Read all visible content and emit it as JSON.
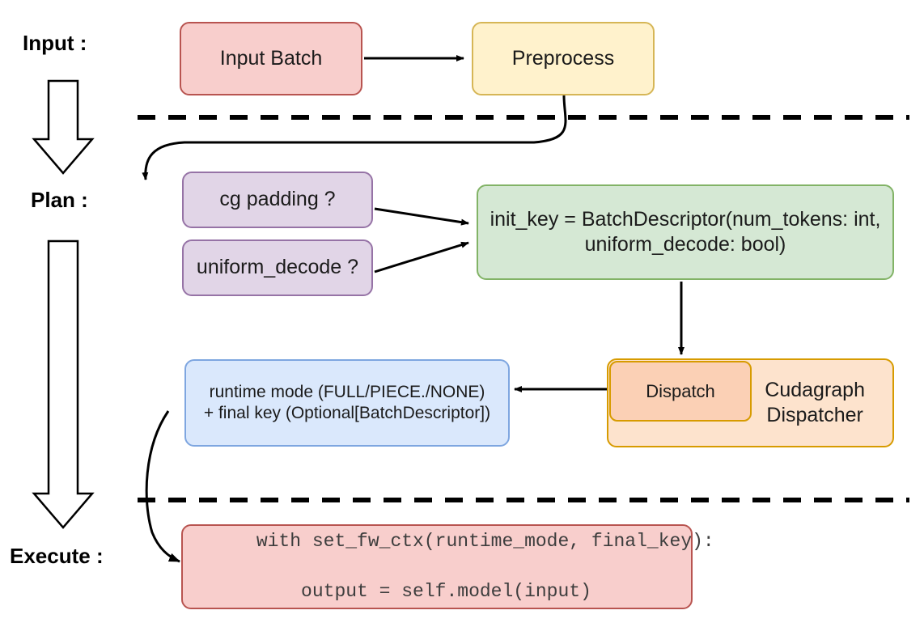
{
  "diagram": {
    "title": "vLLM cudagraph dispatch pipeline",
    "stage_labels": [
      {
        "id": "input",
        "text": "Input :"
      },
      {
        "id": "plan",
        "text": "Plan :"
      },
      {
        "id": "execute",
        "text": "Execute :"
      }
    ],
    "nodes": {
      "input_batch": {
        "label": "Input Batch",
        "fill": "#f8cecc",
        "stroke": "#b85450"
      },
      "preprocess": {
        "label": "Preprocess",
        "fill": "#fff2cc",
        "stroke": "#d6b656"
      },
      "cg_padding": {
        "label": "cg padding ?",
        "fill": "#e1d5e7",
        "stroke": "#9673a6"
      },
      "uniform_decode": {
        "label": "uniform_decode ?",
        "fill": "#e1d5e7",
        "stroke": "#9673a6"
      },
      "init_key": {
        "line1": "init_key = BatchDescriptor(num_tokens: int,",
        "line2": "uniform_decode: bool)",
        "fill": "#d5e8d4",
        "stroke": "#82b366"
      },
      "dispatch": {
        "label": "Dispatch",
        "fill": "#fbd0b5",
        "stroke": "#d79b00"
      },
      "cudagraph_dispatcher": {
        "line1": "Cudagraph",
        "line2": "Dispatcher",
        "fill": "#fde3cd",
        "stroke": "#d79b00"
      },
      "runtime_mode": {
        "line1": "runtime mode (FULL/PIECE./NONE)",
        "line2": "+ final key (Optional[BatchDescriptor])",
        "fill": "#dae8fc",
        "stroke": "#7ea6e0"
      },
      "code": {
        "line1": "with set_fw_ctx(runtime_mode, final_key):",
        "line2": "    output = self.model(input)",
        "fill": "#f8cecc",
        "stroke": "#b85450"
      }
    },
    "separators": [
      {
        "id": "input-plan-divider",
        "style": "dashed",
        "color": "#000000"
      },
      {
        "id": "plan-execute-divider",
        "style": "dashed",
        "color": "#000000"
      }
    ],
    "edges": [
      {
        "id": "input-batch-to-preprocess",
        "from": "input_batch",
        "to": "preprocess",
        "kind": "straight"
      },
      {
        "id": "preprocess-to-cg-padding",
        "from": "preprocess",
        "to": "cg_padding",
        "kind": "curved"
      },
      {
        "id": "cg-padding-to-init-key",
        "from": "cg_padding",
        "to": "init_key",
        "kind": "straight"
      },
      {
        "id": "uniform-decode-to-init-key",
        "from": "uniform_decode",
        "to": "init_key",
        "kind": "straight"
      },
      {
        "id": "init-key-to-dispatch",
        "from": "init_key",
        "to": "dispatch",
        "kind": "straight"
      },
      {
        "id": "dispatch-to-runtime-mode",
        "from": "dispatch",
        "to": "runtime_mode",
        "kind": "straight"
      },
      {
        "id": "runtime-mode-to-code",
        "from": "runtime_mode",
        "to": "code",
        "kind": "curved"
      },
      {
        "id": "flow-arrow-input-to-plan",
        "from": "input",
        "to": "plan",
        "kind": "block-arrow"
      },
      {
        "id": "flow-arrow-plan-to-execute",
        "from": "plan",
        "to": "execute",
        "kind": "block-arrow"
      }
    ]
  }
}
